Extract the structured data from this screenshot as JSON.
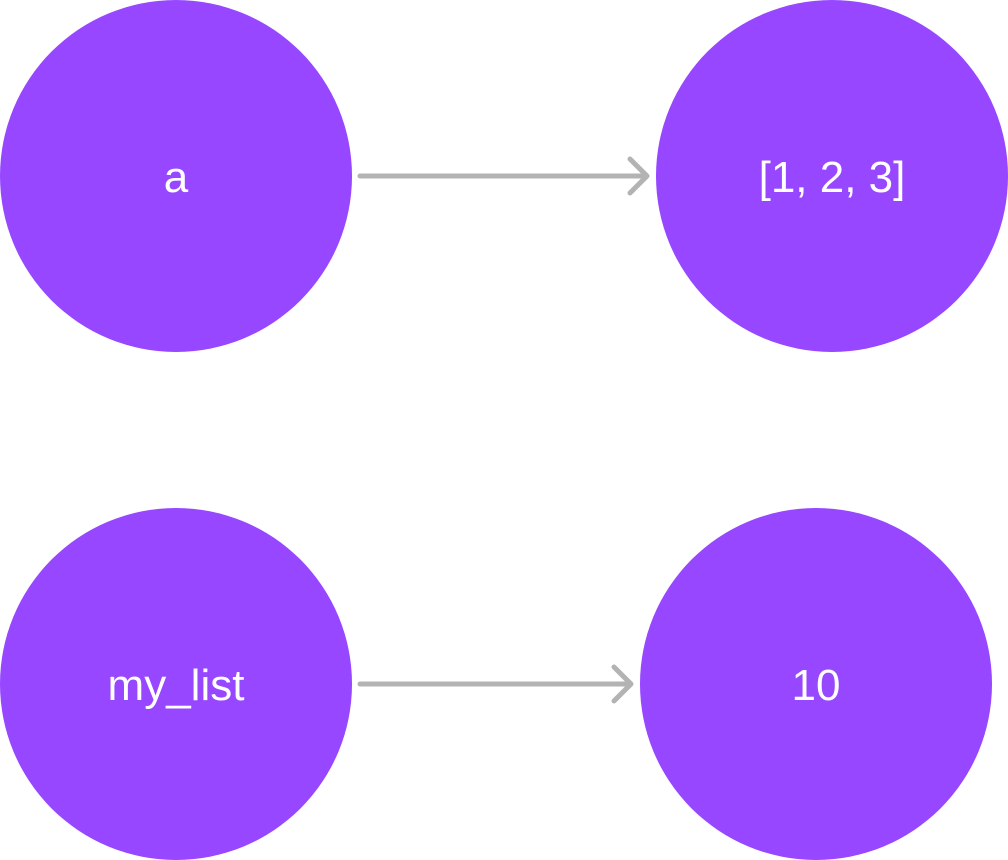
{
  "colors": {
    "node_fill": "#9747ff",
    "node_text": "#ffffff",
    "arrow": "#b3b3b3"
  },
  "nodes": {
    "a": {
      "label": "a"
    },
    "list_value": {
      "label": "[1, 2, 3]"
    },
    "my_list": {
      "label": "my_list"
    },
    "ten": {
      "label": "10"
    }
  },
  "edges": [
    {
      "from": "a",
      "to": "list_value"
    },
    {
      "from": "my_list",
      "to": "ten"
    }
  ]
}
